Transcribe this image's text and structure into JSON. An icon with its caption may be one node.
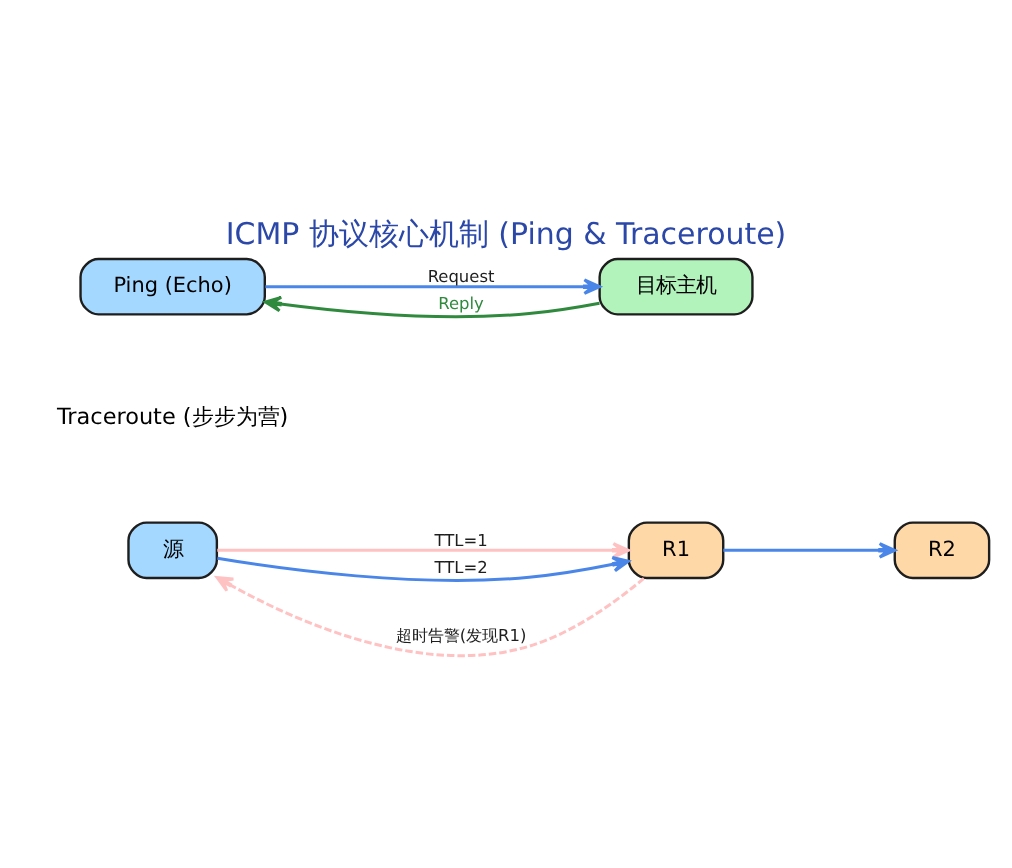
{
  "diagram": {
    "title": "ICMP 协议核心机制 (Ping & Traceroute)",
    "nodes": [
      {
        "text": [
          "Ping (Echo)"
        ]
      },
      {
        "text": [
          "目标主机"
        ]
      },
      {
        "text": [
          "源"
        ]
      },
      {
        "text": [
          "R1"
        ]
      },
      {
        "text": [
          "R2"
        ]
      }
    ],
    "edges": [
      {
        "from": 0,
        "to": 1,
        "arrow": "to",
        "label": "Request"
      },
      {
        "from": 1,
        "to": 0,
        "arrow": "to",
        "label": "Reply",
        "color": "#2f8a3e"
      },
      {
        "from": 2,
        "to": 3,
        "arrow": "to",
        "label": "TTL=1",
        "color": "#ffc2c2"
      },
      {
        "from": 3,
        "to": 2,
        "arrow": "to",
        "label": "超时告警(发现R1)",
        "style": "dashed",
        "color": "#ffc2c2"
      },
      {
        "from": 2,
        "to": 3,
        "arrow": "to",
        "label": "TTL=2"
      },
      {
        "from": 3,
        "to": 4,
        "arrow": "to"
      }
    ],
    "labels": [
      "Traceroute (步步为营)"
    ]
  }
}
